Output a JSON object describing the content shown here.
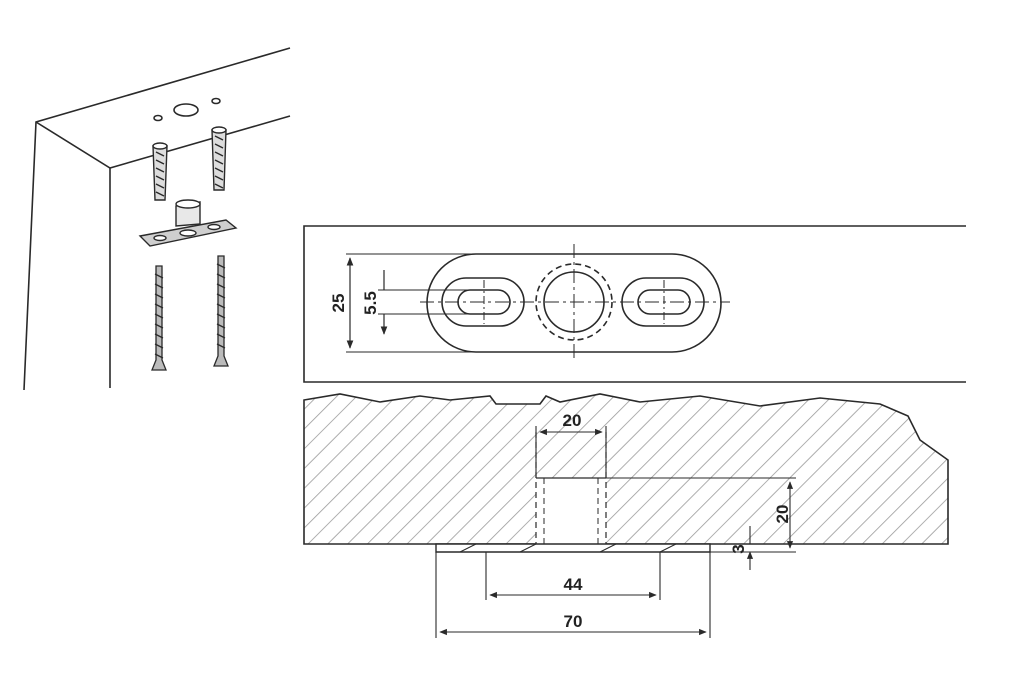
{
  "colors": {
    "line": "#2a2a2a",
    "hatch": "#9a9a9a",
    "background": "#ffffff"
  },
  "icons": [
    "screw-icon",
    "wall-plug-icon",
    "mounting-plate-icon"
  ],
  "dimensions": {
    "plate_width": "25",
    "slot_width": "5.5",
    "post_width": "20",
    "hole_depth": "20",
    "plate_thickness": "3",
    "slot_spacing": "44",
    "plate_length": "70"
  }
}
